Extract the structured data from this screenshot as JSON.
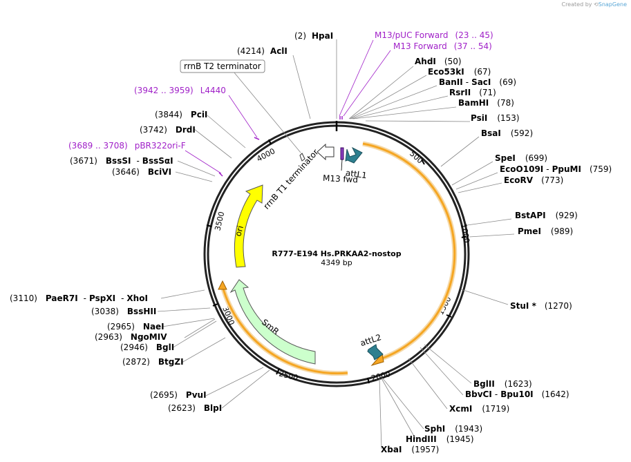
{
  "credit": {
    "prefix": "Created by",
    "brand": "SnapGene"
  },
  "plasmid": {
    "name": "R777-E194 Hs.PRKAA2-nostop",
    "size_label": "4349 bp",
    "length": 4349
  },
  "ticks": [
    "500",
    "1000",
    "1500",
    "2000",
    "2500",
    "3000",
    "3500",
    "4000"
  ],
  "colors": {
    "backbone": "#222222",
    "orf": "#f5a623",
    "ori": "#ffff00",
    "smr": "#ccffcc",
    "att": "#2e7f8f",
    "primer": "#a020c8"
  },
  "features": [
    {
      "name": "attL1",
      "type": "att",
      "label": "attL1"
    },
    {
      "name": "M13 fwd",
      "type": "primer-site",
      "label": "M13 fwd"
    },
    {
      "name": "rrnB T1 terminator",
      "type": "terminator",
      "label": "rrnB T1 terminator"
    },
    {
      "name": "ori",
      "type": "ori",
      "label": "ori"
    },
    {
      "name": "SmR",
      "type": "cds",
      "label": "SmR"
    },
    {
      "name": "attL2",
      "type": "att",
      "label": "attL2"
    },
    {
      "name": "PRKAA2 ORF",
      "type": "cds",
      "label": ""
    }
  ],
  "boxed_label": "rrnB T2 terminator",
  "primers": [
    {
      "range": "(23 .. 45)",
      "name": "M13/pUC Forward"
    },
    {
      "range": "(37 .. 54)",
      "name": "M13 Forward"
    },
    {
      "range": "(3942 .. 3959)",
      "name": "L4440"
    },
    {
      "range": "(3689 .. 3708)",
      "name": "pBR322ori-F"
    }
  ],
  "enzymes": [
    {
      "name": "HpaI",
      "pos": "(2)"
    },
    {
      "name": "AclI",
      "pos": "(4214)"
    },
    {
      "name": "AhdI",
      "pos": "(50)"
    },
    {
      "name": "Eco53kI",
      "pos": "(67)"
    },
    {
      "name": "BanII",
      "name2": "SacI",
      "pos": "(69)"
    },
    {
      "name": "RsrII",
      "pos": "(71)"
    },
    {
      "name": "BamHI",
      "pos": "(78)"
    },
    {
      "name": "PsiI",
      "pos": "(153)"
    },
    {
      "name": "BsaI",
      "pos": "(592)"
    },
    {
      "name": "SpeI",
      "pos": "(699)"
    },
    {
      "name": "EcoO109I",
      "name2": "PpuMI",
      "pos": "(759)"
    },
    {
      "name": "EcoRV",
      "pos": "(773)"
    },
    {
      "name": "BstAPI",
      "pos": "(929)"
    },
    {
      "name": "PmeI",
      "pos": "(989)"
    },
    {
      "name": "StuI *",
      "pos": "(1270)"
    },
    {
      "name": "BglII",
      "pos": "(1623)"
    },
    {
      "name": "BbvCI",
      "name2": "Bpu10I",
      "pos": "(1642)"
    },
    {
      "name": "XcmI",
      "pos": "(1719)"
    },
    {
      "name": "SphI",
      "pos": "(1943)"
    },
    {
      "name": "HindIII",
      "pos": "(1945)"
    },
    {
      "name": "XbaI",
      "pos": "(1957)"
    },
    {
      "name": "BlpI",
      "pos": "(2623)"
    },
    {
      "name": "PvuI",
      "pos": "(2695)"
    },
    {
      "name": "BtgZI",
      "pos": "(2872)"
    },
    {
      "name": "BglI",
      "pos": "(2946)"
    },
    {
      "name": "NgoMIV",
      "pos": "(2963)"
    },
    {
      "name": "NaeI",
      "pos": "(2965)"
    },
    {
      "name": "BssHII",
      "pos": "(3038)"
    },
    {
      "name": "PaeR7I",
      "name2": "PspXI",
      "name3": "XhoI",
      "pos": "(3110)"
    },
    {
      "name": "BciVI",
      "pos": "(3646)"
    },
    {
      "name": "BssSI",
      "name2": "BssSαI",
      "pos": "(3671)"
    },
    {
      "name": "DrdI",
      "pos": "(3742)"
    },
    {
      "name": "PciI",
      "pos": "(3844)"
    }
  ]
}
